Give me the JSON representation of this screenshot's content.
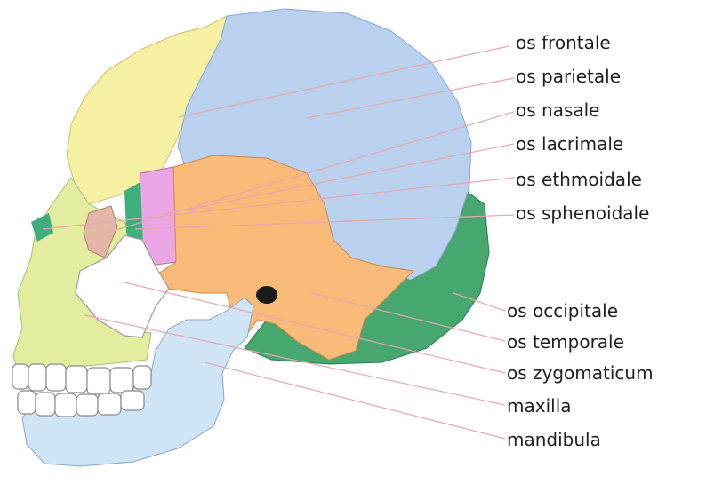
{
  "labels": {
    "frontal": "os frontale",
    "parietal": "os parietale",
    "nasal": "os nasale",
    "lacrimal": "os lacrimale",
    "ethmoid": "os ethmoidale",
    "sphenoid": "os sphenoidale",
    "occipital": "os occipitale",
    "temporal": "os temporale",
    "zygomatic": "os zygomaticum",
    "maxilla": "maxilla",
    "mandible": "mandibula"
  },
  "colors": {
    "frontal": "#f6f0a2",
    "parietal": "#b9d0ee",
    "nasal": "#ec9a9c",
    "lacrimal": "#e9a5e4",
    "ethmoid": "#3fae7d",
    "sphenoid": "#3fae7d",
    "occipital": "#46a76f",
    "temporal": "#f7ba78",
    "zygomatic": "#ffffff",
    "maxilla": "#e4eca0",
    "mandible": "#cfe4f5",
    "leader": "#e6a6ad"
  }
}
